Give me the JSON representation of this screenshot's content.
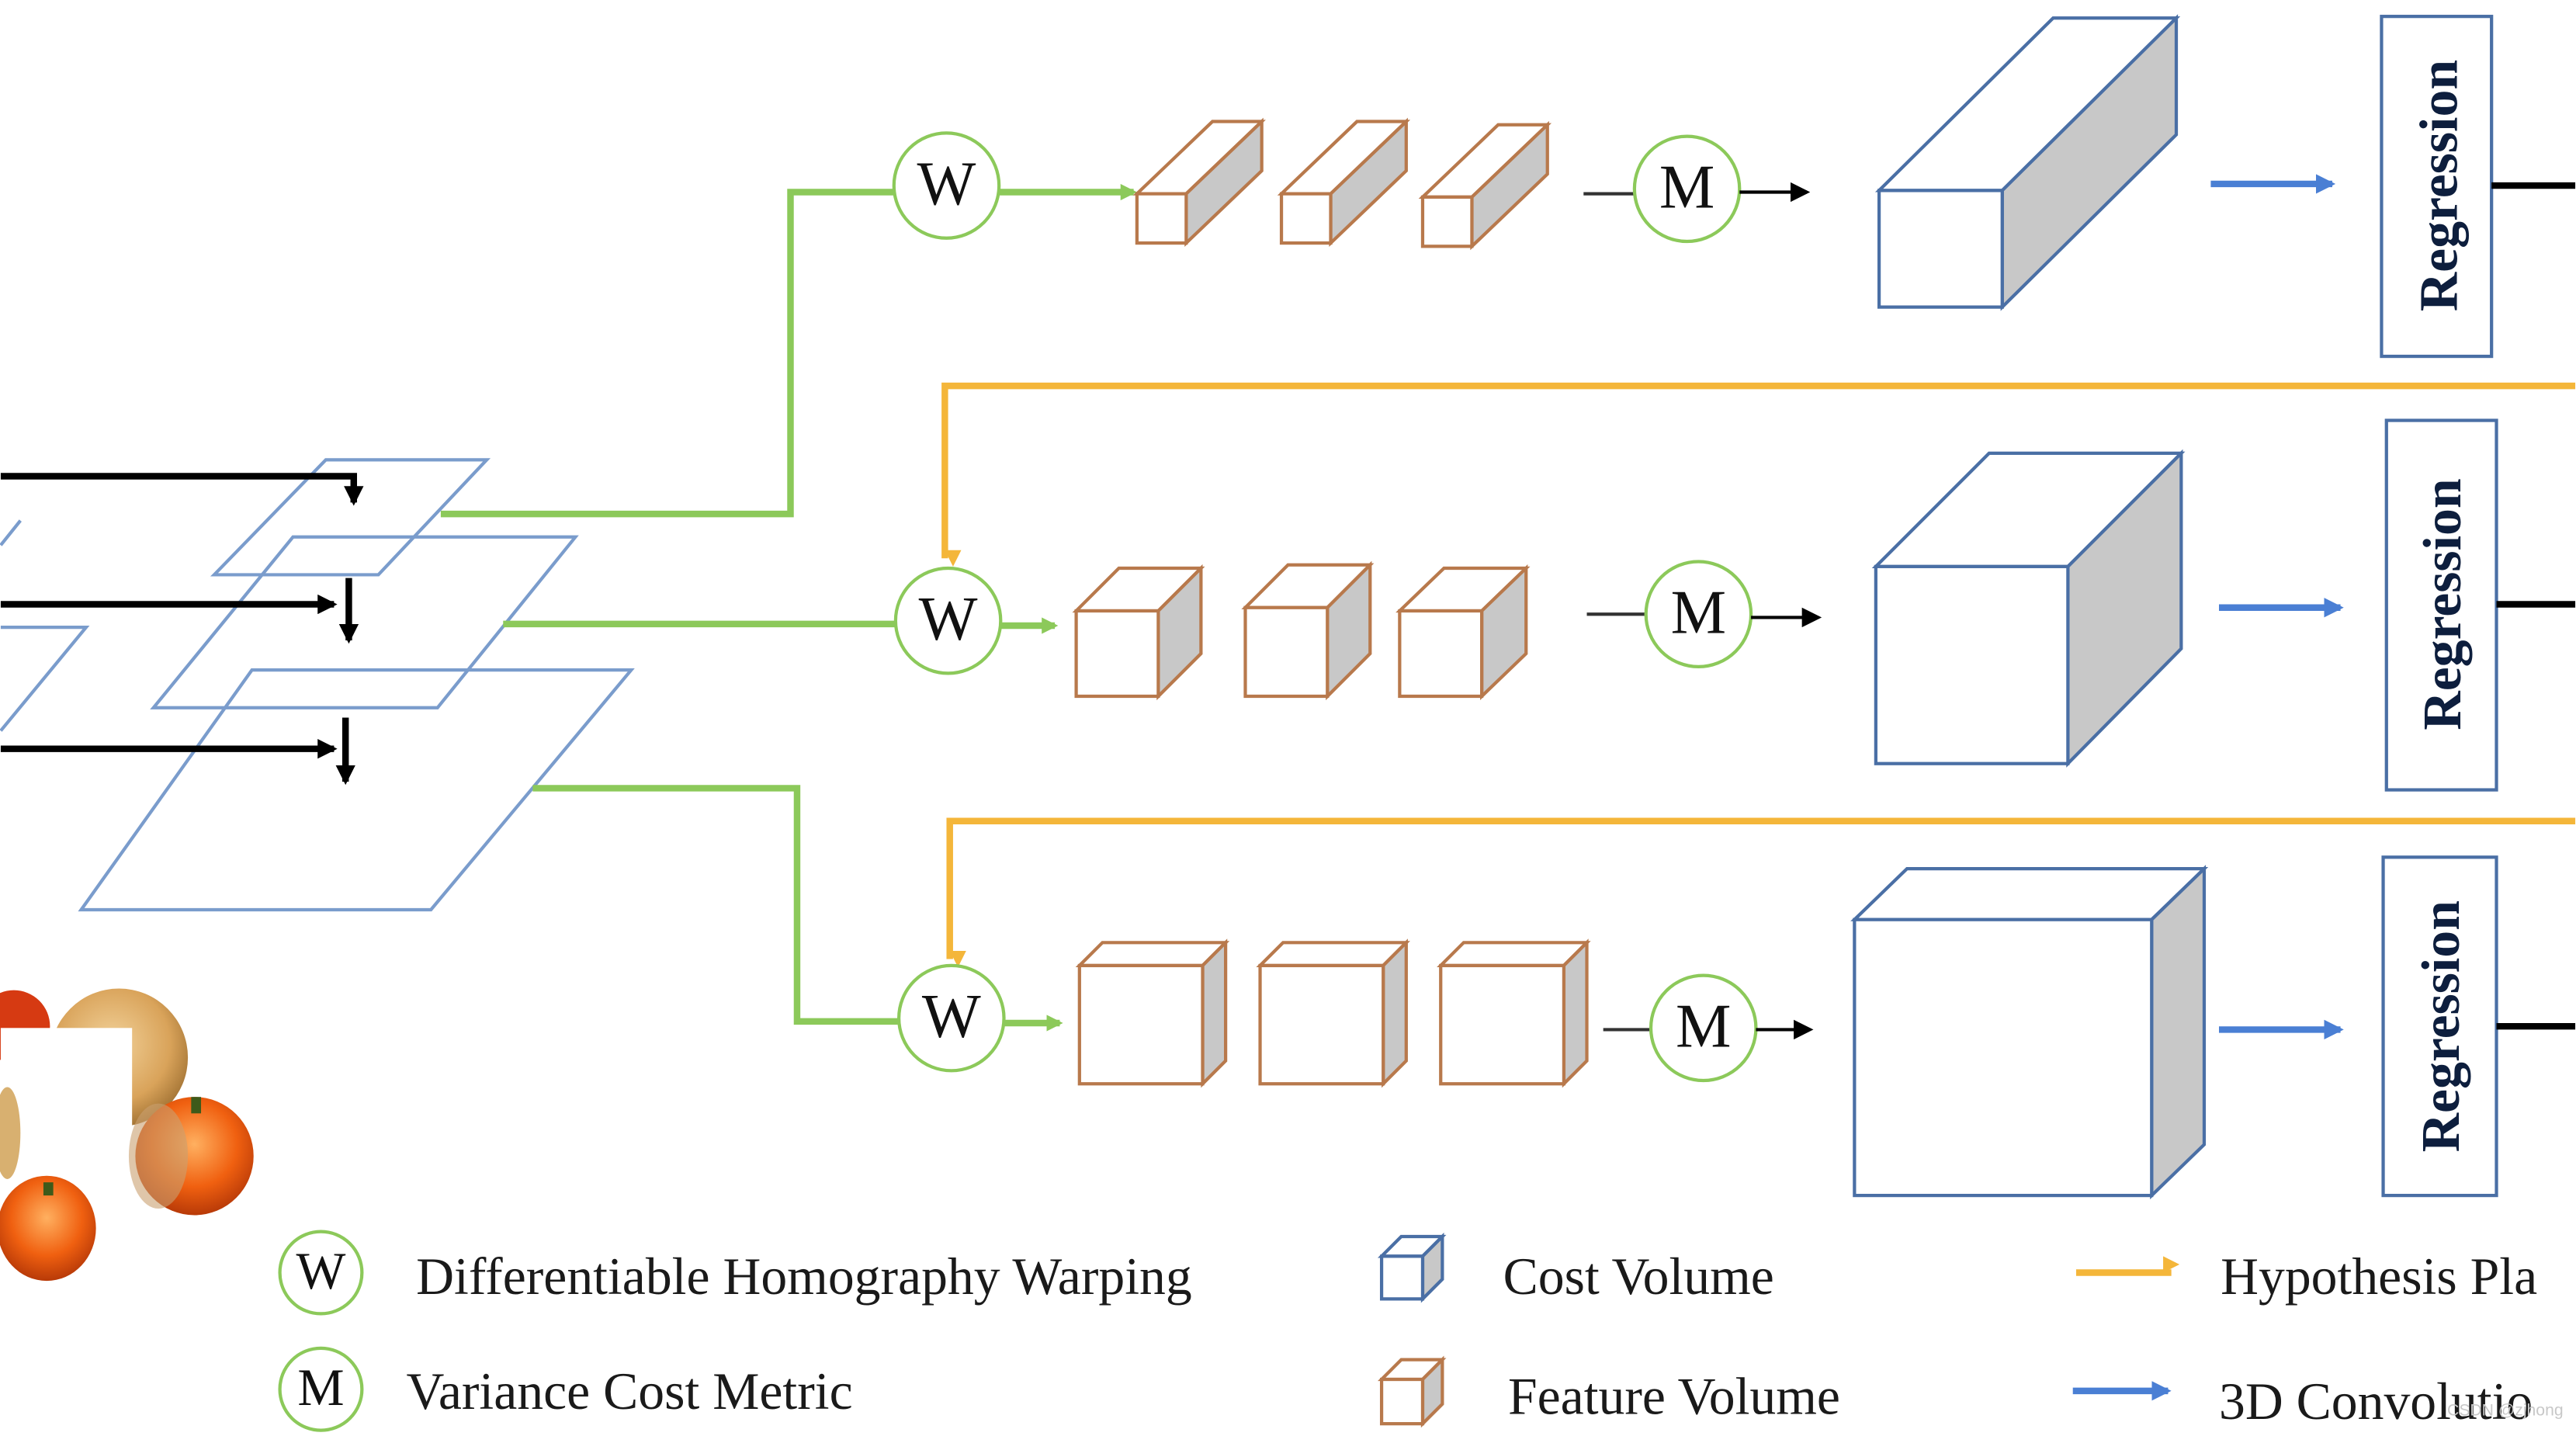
{
  "diagram": {
    "ops": {
      "warp": "W",
      "metric": "M"
    },
    "regression_label": "Regression",
    "legend": {
      "warping": "Differentiable Homography Warping",
      "metric": "Variance Cost Metric",
      "cost_volume": "Cost Volume",
      "feature_volume": "Feature Volume",
      "hypothesis": "Hypothesis Pla",
      "conv3d": "3D Convolutio"
    },
    "watermark": "CSDN @zjhong"
  },
  "colors": {
    "green": "#8cc95a",
    "orange": "#f4b63a",
    "blue_arrow": "#4a7fd4",
    "cost_volume_edge": "#4a6fa5",
    "feature_volume_edge": "#b8794c",
    "plane_edge": "#7a9ccc",
    "shade": "#c8c8c8"
  }
}
